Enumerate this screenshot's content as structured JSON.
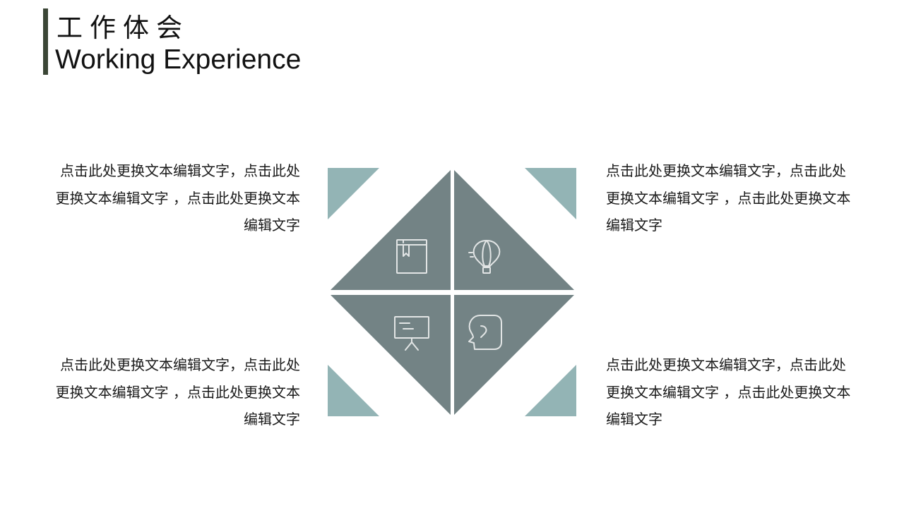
{
  "header": {
    "title_cn": "工作体会",
    "title_en": "Working Experience"
  },
  "blocks": {
    "top_left": "点击此处更换文本编辑文字，点击此处更换文本编辑文字 ，点击此处更换文本编辑文字",
    "top_right": "点击此处更换文本编辑文字，点击此处更换文本编辑文字 ，点击此处更换文本编辑文字",
    "bottom_left": "点击此处更换文本编辑文字，点击此处更换文本编辑文字 ，点击此处更换文本编辑文字",
    "bottom_right": "点击此处更换文本编辑文字，点击此处更换文本编辑文字 ，点击此处更换文本编辑文字"
  },
  "colors": {
    "accent_bar": "#3b4636",
    "quadrant": "#738385",
    "corner": "#93b4b5",
    "icon_stroke": "#e2e5e5"
  },
  "icons": [
    "book-icon",
    "hot-air-balloon-icon",
    "presentation-board-icon",
    "head-speech-icon"
  ]
}
